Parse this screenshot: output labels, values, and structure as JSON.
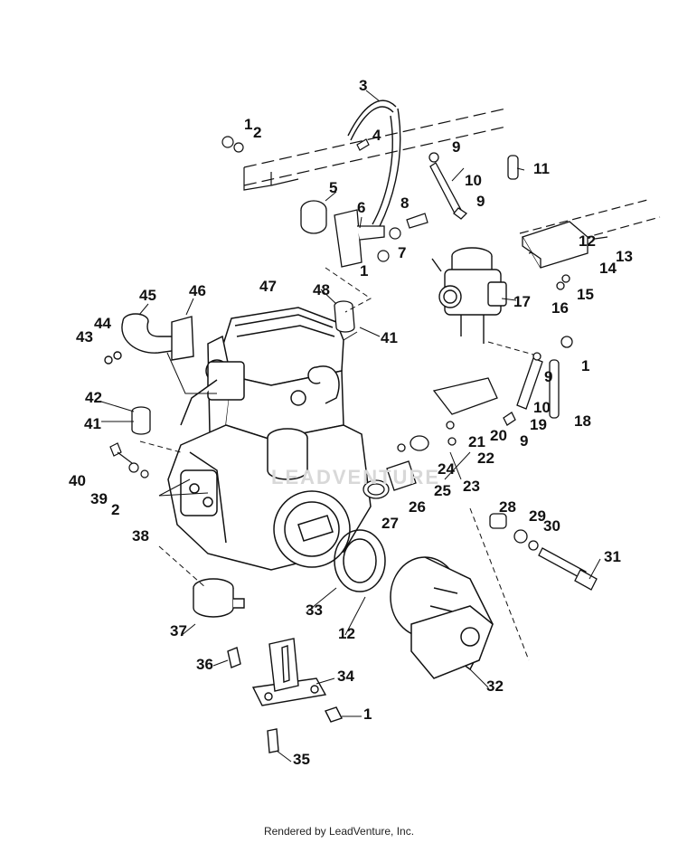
{
  "diagram": {
    "callouts": [
      "1",
      "2",
      "3",
      "4",
      "5",
      "6",
      "7",
      "8",
      "9",
      "10",
      "11",
      "12",
      "13",
      "14",
      "15",
      "16",
      "17",
      "18",
      "19",
      "20",
      "21",
      "22",
      "23",
      "24",
      "25",
      "26",
      "27",
      "28",
      "29",
      "30",
      "31",
      "32",
      "33",
      "34",
      "35",
      "36",
      "37",
      "38",
      "39",
      "40",
      "41",
      "42",
      "43",
      "44",
      "45",
      "46",
      "47",
      "48"
    ],
    "watermark_text": "LEADVENTURE"
  },
  "footer": {
    "text": "Rendered by LeadVenture, Inc."
  }
}
